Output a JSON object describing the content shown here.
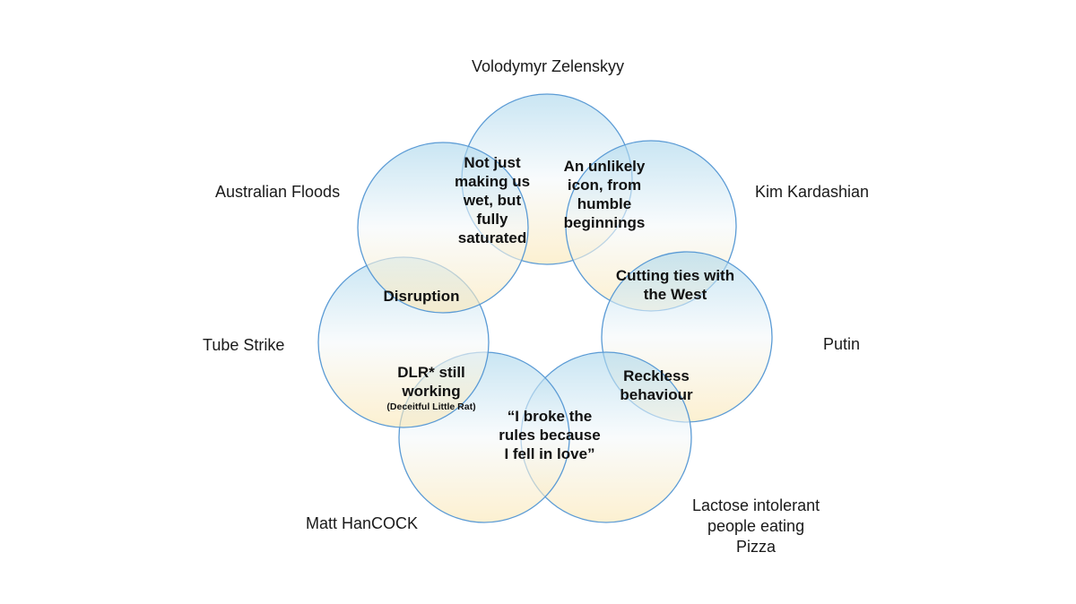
{
  "diagram": {
    "colors": {
      "circle_stroke": "#5b9bd5",
      "fill_top": "#a9d6ec",
      "fill_mid": "#f5f9fb",
      "fill_bottom": "#fbe7b4"
    },
    "sets": [
      {
        "label": "Volodymyr Zelenskyy"
      },
      {
        "label": "Kim Kardashian"
      },
      {
        "label": "Putin"
      },
      {
        "label": "Lactose intolerant people eating Pizza",
        "lines": [
          "Lactose intolerant",
          "people eating",
          "Pizza"
        ]
      },
      {
        "label": "Matt HanCOCK"
      },
      {
        "label": "Tube Strike"
      },
      {
        "label": "Australian Floods"
      }
    ],
    "overlaps": [
      {
        "between": [
          "Australian Floods",
          "Volodymyr Zelenskyy"
        ],
        "lines": [
          "Not just",
          "making us",
          "wet, but",
          "fully",
          "saturated"
        ]
      },
      {
        "between": [
          "Volodymyr Zelenskyy",
          "Kim Kardashian"
        ],
        "lines": [
          "An unlikely",
          "icon, from",
          "humble",
          "beginnings"
        ]
      },
      {
        "between": [
          "Kim Kardashian",
          "Putin"
        ],
        "lines": [
          "Cutting ties with",
          "the West"
        ]
      },
      {
        "between": [
          "Putin",
          "Lactose intolerant people eating Pizza"
        ],
        "lines": [
          "Reckless",
          "behaviour"
        ]
      },
      {
        "between": [
          "Lactose intolerant people eating Pizza",
          "Matt HanCOCK"
        ],
        "lines": [
          "“I broke the",
          "rules because",
          "I fell in love”"
        ]
      },
      {
        "between": [
          "Matt HanCOCK",
          "Tube Strike"
        ],
        "lines": [
          "DLR* still",
          "working"
        ],
        "note": "(Deceitful Little Rat)"
      },
      {
        "between": [
          "Tube Strike",
          "Australian Floods"
        ],
        "lines": [
          "Disruption"
        ]
      }
    ]
  }
}
